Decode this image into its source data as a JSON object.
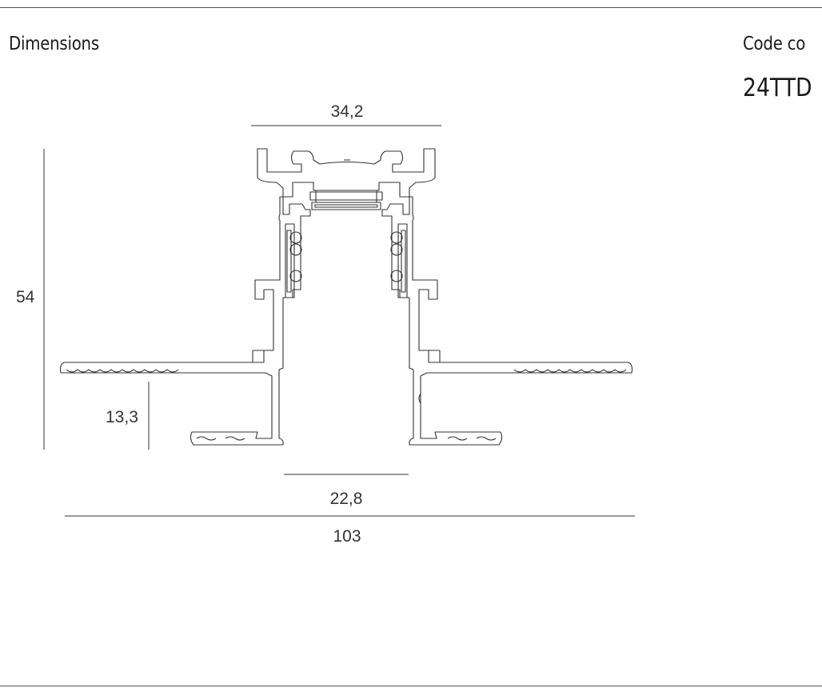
{
  "headings": {
    "dimensions": "Dimensions",
    "code": "Code co"
  },
  "product_code": "24TTD",
  "dimensions": {
    "top_width": "34,2",
    "height": "54",
    "lower_depth": "13,3",
    "opening_width": "22,8",
    "total_width": "103"
  }
}
